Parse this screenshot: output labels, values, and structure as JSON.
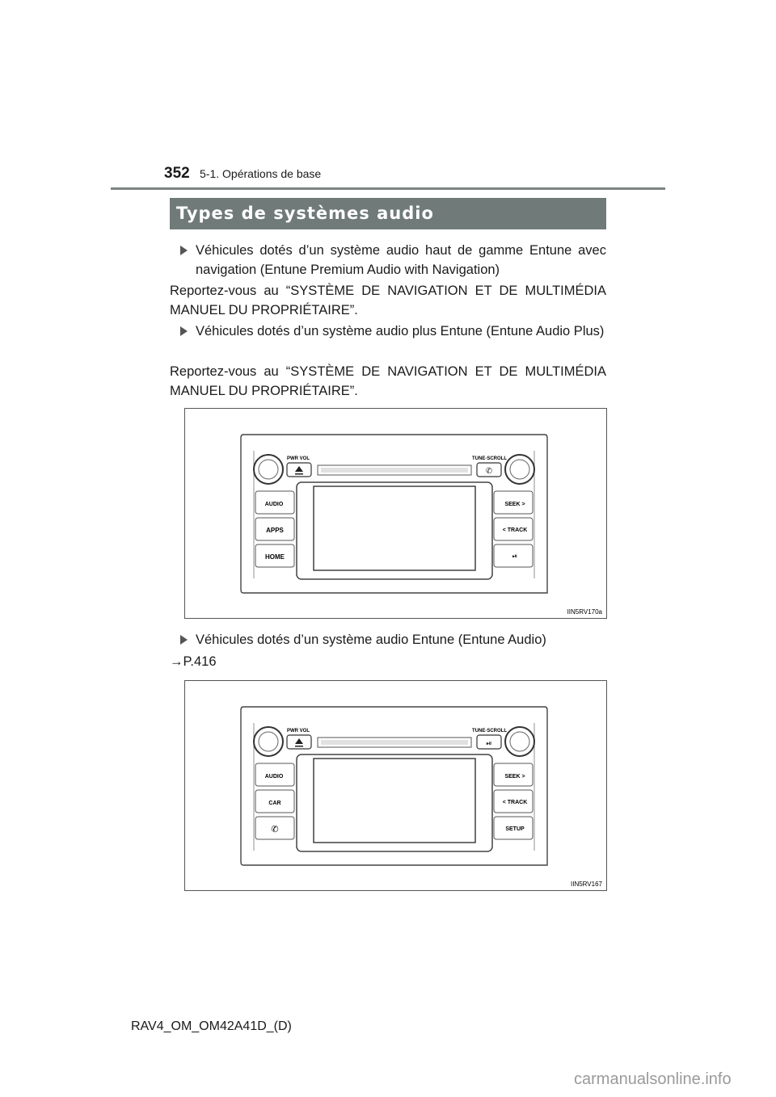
{
  "header": {
    "page_number": "352",
    "section": "5-1. Opérations de base"
  },
  "title": "Types de systèmes audio",
  "items": [
    {
      "bullet": "Véhicules dotés d’un système audio haut de gamme Entune avec navigation (Entune Premium Audio with Navigation)",
      "reference": "Reportez-vous au “SYSTÈME DE NAVIGATION ET DE MULTIMÉDIA MANUEL DU PROPRIÉTAIRE”."
    },
    {
      "bullet": "Véhicules dotés d’un système audio plus Entune (Entune Audio Plus)",
      "reference": "Reportez-vous au “SYSTÈME DE NAVIGATION ET DE MULTIMÉDIA MANUEL DU PROPRIÉTAIRE”."
    },
    {
      "bullet": "Véhicules dotés d’un système audio Entune (Entune Audio)",
      "reference": "→P.416"
    }
  ],
  "figure1": {
    "code": "IIN5RV170a",
    "knob_left_label": "PWR VOL",
    "knob_right_label": "TUNE·SCROLL",
    "left_buttons": [
      "AUDIO",
      "APPS",
      "HOME"
    ],
    "right_buttons": [
      "SEEK >",
      "< TRACK",
      "⏯"
    ],
    "top_left_icon": "eject-icon",
    "top_right_icon": "phone-icon"
  },
  "figure2": {
    "code": "IIN5RV167",
    "knob_left_label": "PWR VOL",
    "knob_right_label": "TUNE·SCROLL",
    "left_buttons": [
      "AUDIO",
      "CAR",
      "phone-icon"
    ],
    "right_buttons": [
      "SEEK >",
      "< TRACK",
      "SETUP"
    ],
    "top_left_icon": "eject-icon",
    "top_right_icon": "play-pause-icon"
  },
  "footer": "RAV4_OM_OM42A41D_(D)",
  "watermark": "carmanualsonline.info"
}
